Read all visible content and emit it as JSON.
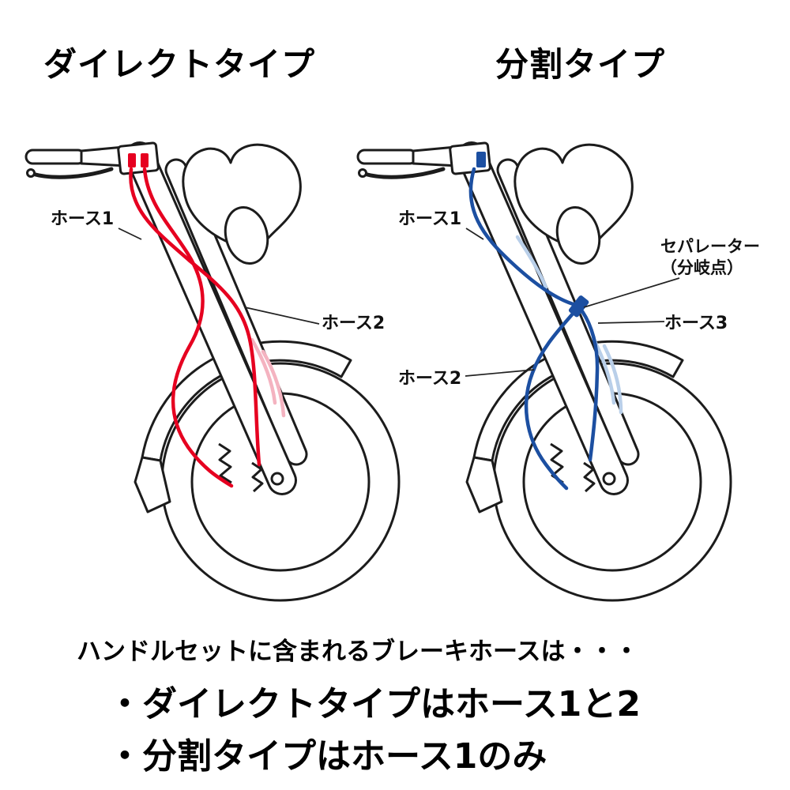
{
  "titles": {
    "direct": "ダイレクトタイプ",
    "split": "分割タイプ"
  },
  "hose_labels": {
    "direct_hose1": "ホース1",
    "direct_hose2": "ホース2",
    "split_hose1": "ホース1",
    "split_hose2": "ホース2",
    "split_hose3": "ホース3",
    "separator_line1": "セパレーター",
    "separator_line2": "（分岐点）"
  },
  "footer": {
    "intro": "ハンドルセットに含まれるブレーキホースは・・・",
    "bullet_direct": "・ダイレクトタイプはホース1と2",
    "bullet_split": "・分割タイプはホース1のみ"
  },
  "colors": {
    "direct_hose": "#e60020",
    "direct_hose_light": "#f4b3c0",
    "split_hose": "#1c4fa1",
    "split_hose_light": "#b9cfe9",
    "line_art": "#1c1c1c",
    "text": "#000000"
  }
}
